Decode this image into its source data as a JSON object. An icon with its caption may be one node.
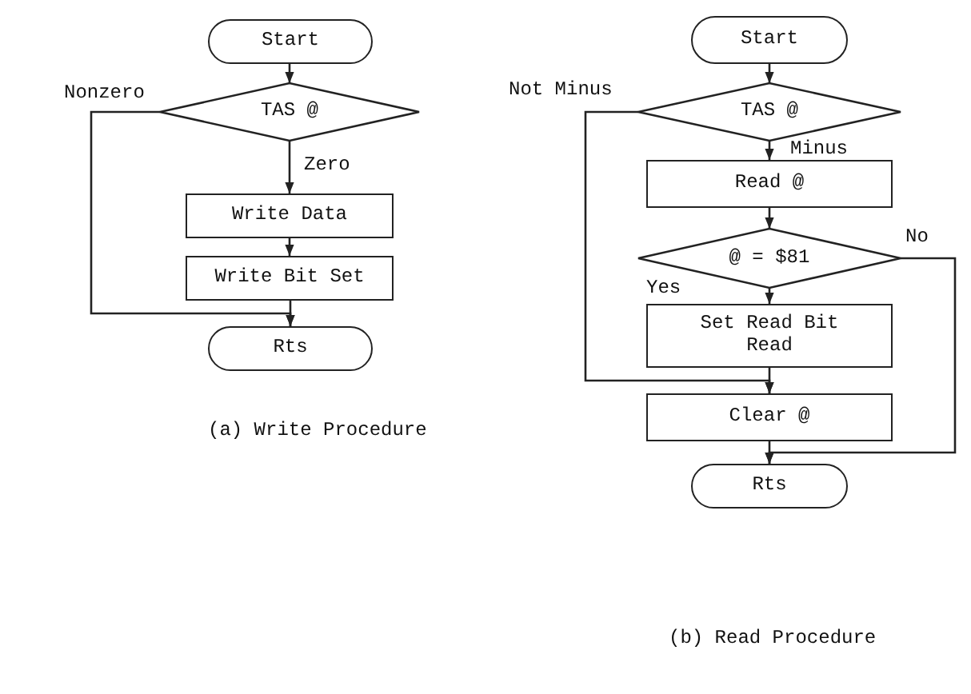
{
  "diagram": {
    "nodes": [
      {
        "text": [
          "Start"
        ]
      },
      {
        "text": [
          "TAS @"
        ]
      },
      {
        "text": [
          "Write Data"
        ]
      },
      {
        "text": [
          "Write Bit Set"
        ]
      },
      {
        "text": [
          "Rts"
        ]
      },
      {
        "text": [
          "Start"
        ]
      },
      {
        "text": [
          "TAS @"
        ]
      },
      {
        "text": [
          "Read @"
        ]
      },
      {
        "text": [
          "@ = $81"
        ]
      },
      {
        "text": [
          "Set Read Bit Read"
        ]
      },
      {
        "text": [
          "Clear @"
        ]
      },
      {
        "text": [
          "Rts"
        ]
      }
    ],
    "edges": [
      {
        "from": 0,
        "to": 1,
        "arrow": "to"
      },
      {
        "from": 1,
        "to": 2,
        "arrow": "to",
        "label": "Zero"
      },
      {
        "from": 2,
        "to": 3,
        "arrow": "to"
      },
      {
        "from": 3,
        "to": 4,
        "arrow": "to"
      },
      {
        "from": 1,
        "to": 4,
        "arrow": "to",
        "label": "Nonzero"
      },
      {
        "from": 5,
        "to": 6,
        "arrow": "to"
      },
      {
        "from": 6,
        "to": 7,
        "arrow": "to",
        "label": "Minus"
      },
      {
        "from": 7,
        "to": 8,
        "arrow": "to"
      },
      {
        "from": 8,
        "to": 9,
        "arrow": "to",
        "label": "Yes"
      },
      {
        "from": 9,
        "to": 10,
        "arrow": "to"
      },
      {
        "from": 10,
        "to": 11,
        "arrow": "to"
      },
      {
        "from": 6,
        "to": 10,
        "arrow": "to",
        "label": "Not Minus"
      },
      {
        "from": 8,
        "to": 11,
        "arrow": "to",
        "label": "No"
      }
    ],
    "labels": [
      "(a) Write Procedure",
      "(b) Read Procedure"
    ]
  }
}
